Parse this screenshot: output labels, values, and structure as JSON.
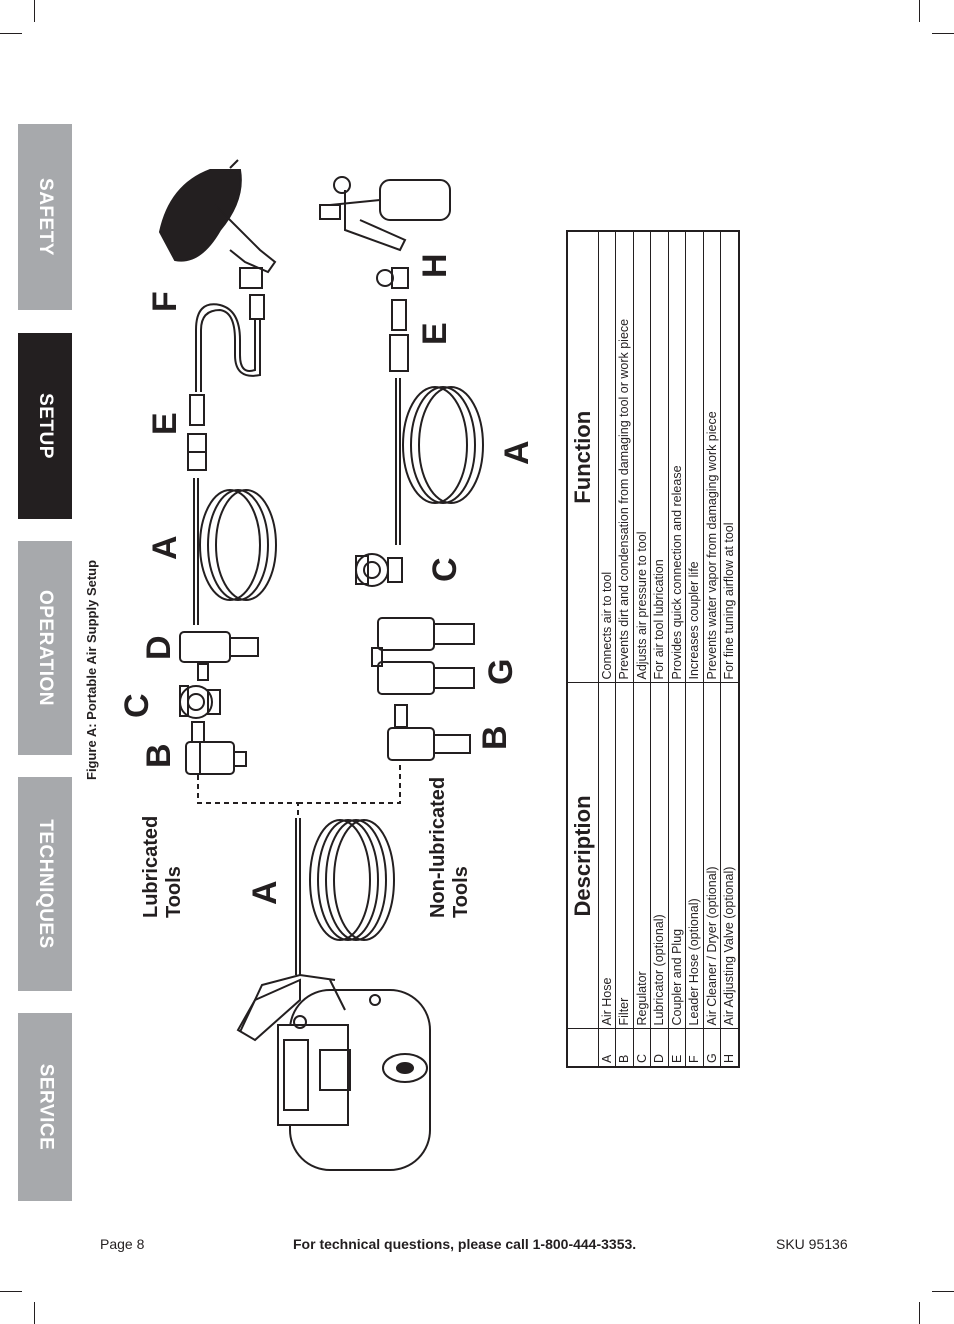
{
  "tabs": [
    {
      "label": "SAFETY",
      "active": false
    },
    {
      "label": "SETUP",
      "active": true
    },
    {
      "label": "OPERATION",
      "active": false
    },
    {
      "label": "TECHNIQUES",
      "active": false
    },
    {
      "label": "SERVICE",
      "active": false
    }
  ],
  "figure": {
    "title": "Figure A:  Portable Air Supply Setup",
    "group_lubricated_1": "Lubricated",
    "group_lubricated_2": "Tools",
    "group_nonlubricated_1": "Non-lubricated",
    "group_nonlubricated_2": "Tools",
    "labels": {
      "a_main": "A",
      "b_top": "B",
      "c_top": "C",
      "d_top": "D",
      "a_top": "A",
      "e_top": "E",
      "f_top": "F",
      "b_bot": "B",
      "g_bot": "G",
      "c_bot": "C",
      "a_bot": "A",
      "e_bot": "E",
      "h_bot": "H"
    }
  },
  "table": {
    "header_description": "Description",
    "header_function": "Function",
    "rows": [
      {
        "letter": "A",
        "description": "Air Hose",
        "function": "Connects air to tool"
      },
      {
        "letter": "B",
        "description": "Filter",
        "function": "Prevents dirt and condensation from damaging tool or work piece"
      },
      {
        "letter": "C",
        "description": "Regulator",
        "function": "Adjusts air pressure to tool"
      },
      {
        "letter": "D",
        "description": "Lubricator (optional)",
        "function": "For air tool lubrication"
      },
      {
        "letter": "E",
        "description": "Coupler and Plug",
        "function": "Provides quick connection and release"
      },
      {
        "letter": "F",
        "description": "Leader Hose (optional)",
        "function": "Increases coupler life"
      },
      {
        "letter": "G",
        "description": "Air Cleaner / Dryer (optional)",
        "function": "Prevents water vapor from damaging work piece"
      },
      {
        "letter": "H",
        "description": "Air Adjusting Valve (optional)",
        "function": "For fine tuning airflow at tool"
      }
    ]
  },
  "footer": {
    "page": "Page 8",
    "question": "For technical questions, please call 1-800-444-3353.",
    "sku": "SKU 95136"
  }
}
